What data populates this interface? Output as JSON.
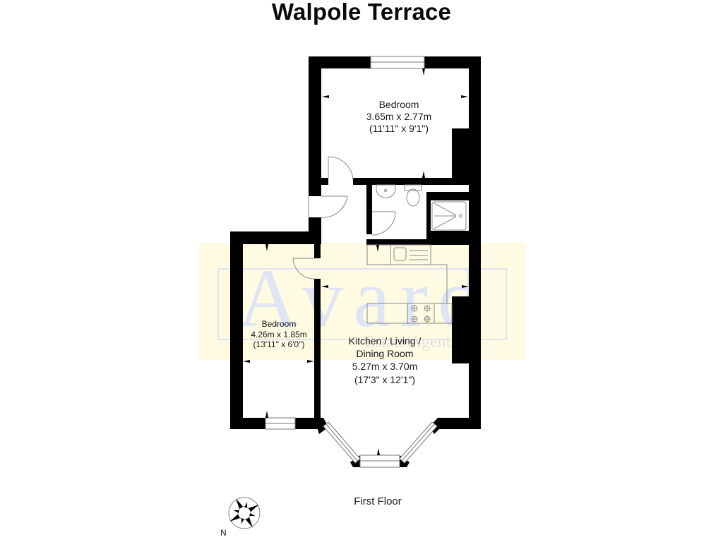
{
  "title": "Walpole Terrace",
  "floor_label": "First Floor",
  "compass": {
    "icon": "compass-rose-icon",
    "north_label": "N"
  },
  "watermark": {
    "brand": "Avard",
    "tagline": "Estate Agents",
    "colors": {
      "background": "#fffbe3",
      "text": "#dfe5f2",
      "frame": "#dfe5f2"
    }
  },
  "colors": {
    "wall": "#000000",
    "fixture_line": "#8a8a8a",
    "text": "#1a1a1a"
  },
  "rooms": [
    {
      "name": "Bedroom",
      "metric": "3.65m x 2.77m",
      "imperial": "(11'11\" x 9'1\")"
    },
    {
      "name": "Bedroom",
      "metric": "4.26m x 1.85m",
      "imperial": "(13'11\" x 6'0\")"
    },
    {
      "name_line1": "Kitchen / Living /",
      "name_line2": "Dining Room",
      "metric": "5.27m x 3.70m",
      "imperial": "(17'3\" x 12'1\")"
    }
  ],
  "fixtures": [
    "washbasin",
    "toilet",
    "shower-tray",
    "kitchen-sink",
    "hob"
  ]
}
